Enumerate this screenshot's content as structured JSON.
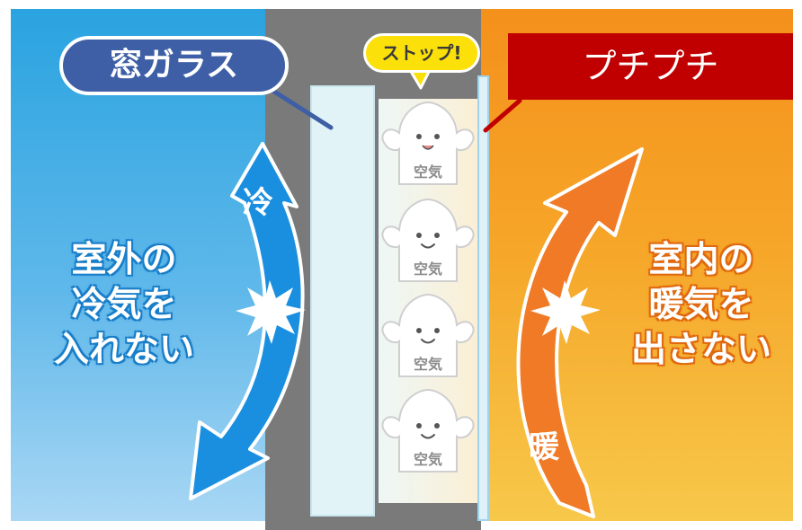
{
  "labels": {
    "glass": "窓ガラス",
    "bubble_wrap": "プチプチ",
    "stop": "ストップ!",
    "cold": "冷",
    "warm": "暖",
    "outdoor_message": "室外の\n冷気を\n入れない",
    "indoor_message": "室内の\n暖気を\n出さない"
  },
  "air_cells": [
    {
      "label": "空気"
    },
    {
      "label": "空気"
    },
    {
      "label": "空気"
    },
    {
      "label": "空気"
    }
  ],
  "colors": {
    "outdoor": "#2aa3e0",
    "indoor": "#f4901c",
    "cold_arrow": "#1a8fe0",
    "warm_arrow": "#f07a26",
    "glass_badge": "#3e5fa5",
    "wrap_badge": "#c00000",
    "stop_bubble": "#fbe00a"
  }
}
